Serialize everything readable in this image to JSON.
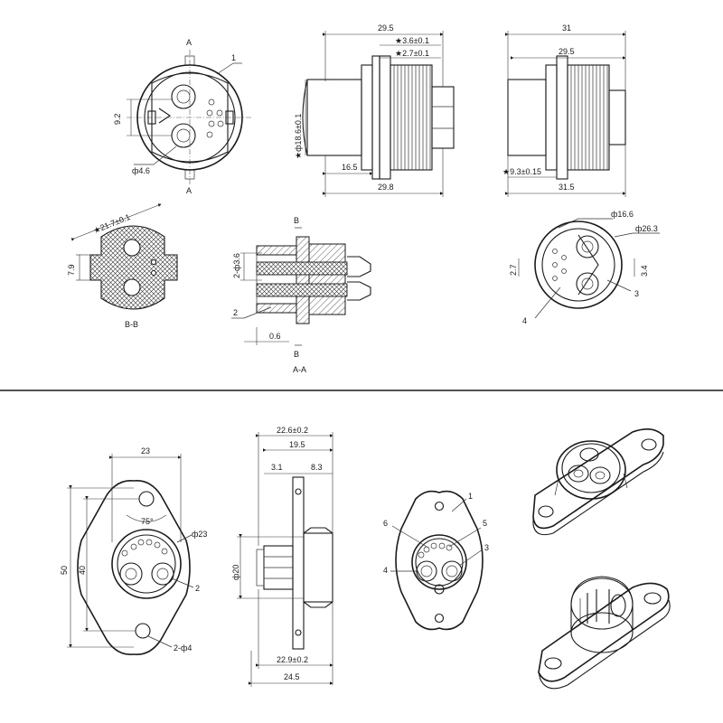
{
  "top_section": {
    "front_view": {
      "section_marker_top": "A",
      "section_marker_bottom": "A",
      "callout": "1",
      "dim_vertical": "9.2",
      "dim_pin_diameter": "ф4.6"
    },
    "side_view_a": {
      "dim_total_width": "29.5",
      "dim_star_1": "★3.6±0.1",
      "dim_star_2": "★2.7±0.1",
      "dim_star_diameter": "★ф18.6±0.1",
      "dim_body": "16.5",
      "dim_overall": "29.8"
    },
    "side_view_b": {
      "dim_top": "31",
      "dim_mid": "29.5",
      "dim_star_bottom": "★9.3±0.15",
      "dim_bottom": "31.5"
    },
    "section_bb": {
      "dim_star": "★21.7±0.1",
      "dim_side": "7.9",
      "label": "B-B"
    },
    "section_aa": {
      "marker_top": "B",
      "marker_bottom": "B",
      "dim_pin": "2-ф3.6",
      "callout": "2",
      "dim_offset": "0.6",
      "label": "A-A"
    },
    "rear_view": {
      "dim_inner": "ф16.6",
      "dim_outer": "ф26.3",
      "dim_left": "2.7",
      "dim_right": "3.4",
      "callout_3": "3",
      "callout_4": "4"
    }
  },
  "bottom_section": {
    "flange_front": {
      "dim_width": "23",
      "dim_height_total": "50",
      "dim_hole_spacing": "40",
      "dim_angle": "75°",
      "dim_body": "ф23",
      "callout": "2",
      "dim_holes": "2-ф4"
    },
    "flange_side": {
      "dim_top": "22.6±0.2",
      "dim_mid": "19.5",
      "dim_left": "3.1",
      "dim_right": "8.3",
      "dim_diameter": "ф20",
      "dim_lower": "22.9±0.2",
      "dim_bottom": "24.5"
    },
    "pin_callouts": {
      "c1": "1",
      "c3": "3",
      "c4": "4",
      "c5": "5",
      "c6": "6"
    }
  }
}
